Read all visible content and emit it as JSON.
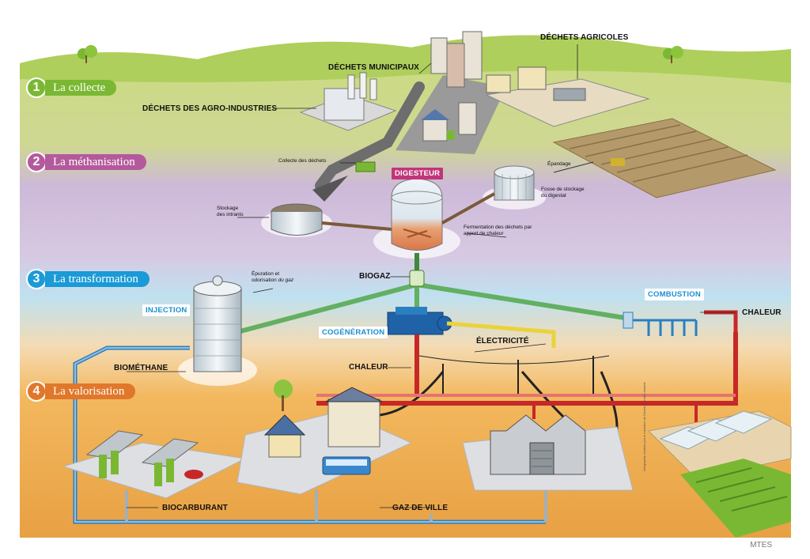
{
  "steps": [
    {
      "num": "1",
      "label": "La collecte",
      "color": "#7ab833"
    },
    {
      "num": "2",
      "label": "La méthanisation",
      "color": "#b45a9c"
    },
    {
      "num": "3",
      "label": "La transformation",
      "color": "#1a9ad6"
    },
    {
      "num": "4",
      "label": "La valorisation",
      "color": "#e0772a"
    }
  ],
  "labels": {
    "dechets_municipaux": "DÉCHETS MUNICIPAUX",
    "dechets_agricoles": "DÉCHETS AGRICOLES",
    "dechets_agro": "DÉCHETS DES AGRO-INDUSTRIES",
    "collecte_dechets": "Collecte des déchets",
    "digesteur": "DIGESTEUR",
    "epandage": "Épandage",
    "fosse": "Fosse de stockage du digestat",
    "stockage": "Stockage des intrants",
    "fermentation": "Fermentation des déchets par apport de chaleur",
    "epuration": "Épuration et odorisation",
    "du_gaz": "du gaz",
    "biogaz": "BIOGAZ",
    "injection": "INJECTION",
    "combustion": "COMBUSTION",
    "chaleur_right": "CHALEUR",
    "cogeneration": "COGÉNÉRATION",
    "electricite": "ÉLECTRICITÉ",
    "biomethane": "BIOMÉTHANE",
    "chaleur_mid": "CHALEUR",
    "biocarburant": "BIOCARBURANT",
    "gaz_de_ville": "GAZ DE VILLE",
    "credit": "MTES",
    "side_text": "Infographie réalisée par le ministère du Développement durable"
  }
}
